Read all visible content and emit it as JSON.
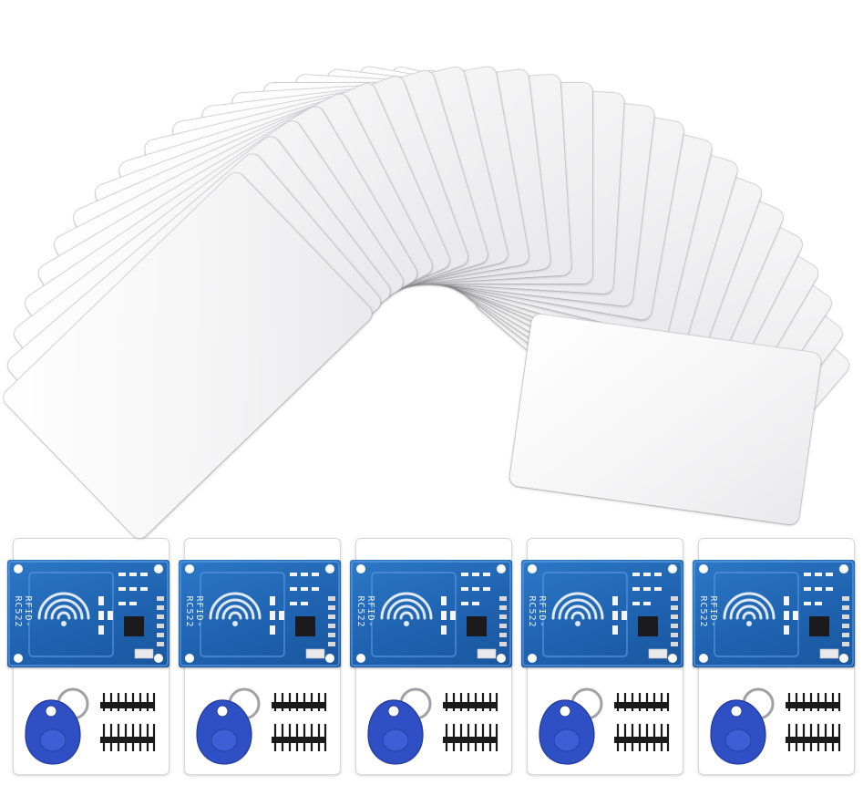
{
  "product": {
    "module_label": "RFID-RC522",
    "card_count": 27,
    "kit_count": 5,
    "colors": {
      "card": "#f6f6f7",
      "pcb": "#1f63b0",
      "tag": "#2f4fc4",
      "ring": "#a0a0a6",
      "pin": "#1a1a1a"
    }
  },
  "kits": [
    {
      "label": "RFID-RC522"
    },
    {
      "label": "RFID-RC522"
    },
    {
      "label": "RFID-RC522"
    },
    {
      "label": "RFID-RC522"
    },
    {
      "label": "RFID-RC522"
    }
  ]
}
